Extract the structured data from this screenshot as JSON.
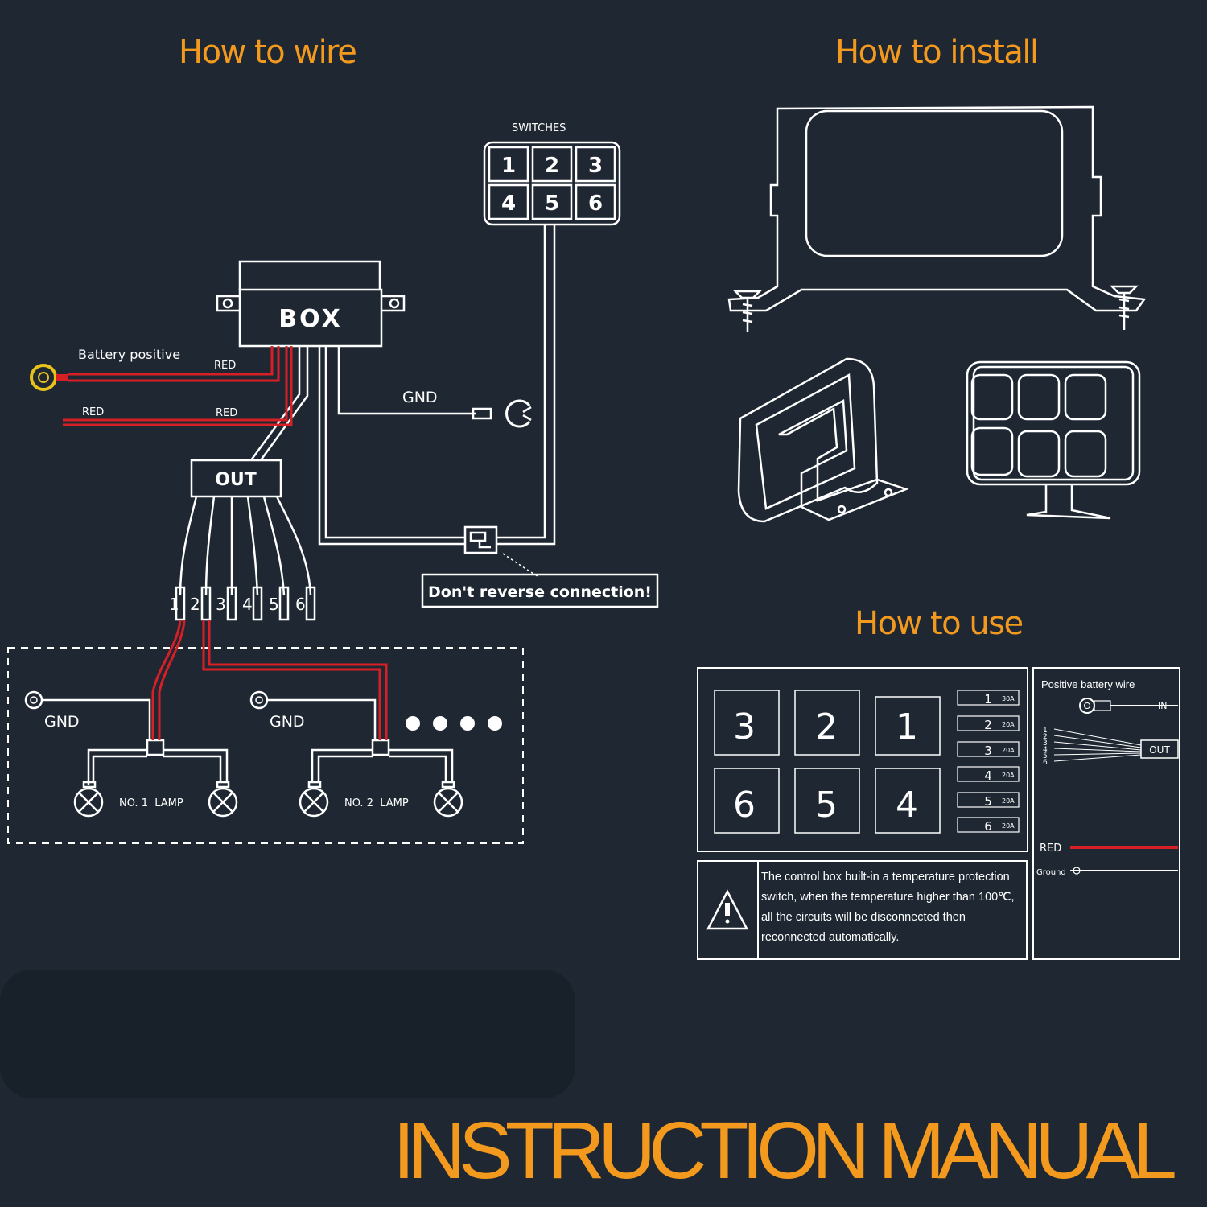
{
  "headings": {
    "wire": "How to wire",
    "install": "How to install",
    "use": "How to use"
  },
  "title": "INSTRUCTION MANUAL",
  "wiring": {
    "switches_label": "SWITCHES",
    "switch_numbers": [
      "1",
      "2",
      "3",
      "4",
      "5",
      "6"
    ],
    "box_label": "BOX",
    "out_label": "OUT",
    "battery_positive": "Battery positive",
    "red_labels": [
      "RED",
      "RED",
      "RED"
    ],
    "gnd": "GND",
    "warning": "Don't reverse connection!",
    "connector_numbers": [
      "1",
      "2",
      "3",
      "4",
      "5",
      "6"
    ],
    "lamp_gnd": [
      "GND",
      "GND"
    ],
    "lamps": [
      "NO. 1  LAMP",
      "NO. 2  LAMP"
    ]
  },
  "usage": {
    "keys_top": [
      "3",
      "2",
      "1"
    ],
    "keys_bottom": [
      "6",
      "5",
      "4"
    ],
    "fuses": [
      {
        "num": "1",
        "amp": "30A"
      },
      {
        "num": "2",
        "amp": "20A"
      },
      {
        "num": "3",
        "amp": "20A"
      },
      {
        "num": "4",
        "amp": "20A"
      },
      {
        "num": "5",
        "amp": "20A"
      },
      {
        "num": "6",
        "amp": "20A"
      }
    ],
    "warning_text": "The control box built-in a temperature protection switch, when the temperature higher than 100℃, all the circuits will be disconnected then reconnected automatically.",
    "battery_wire": "Positive battery wire",
    "in_label": "IN",
    "out_label": "OUT",
    "out_numbers": [
      "1",
      "2",
      "3",
      "4",
      "5",
      "6"
    ],
    "red_label": "RED",
    "ground_label": "Ground"
  },
  "colors": {
    "background": "#1f2832",
    "accent": "#f39a1e",
    "wire_red": "#d81f26",
    "battery_terminal": "#e8c21a"
  }
}
